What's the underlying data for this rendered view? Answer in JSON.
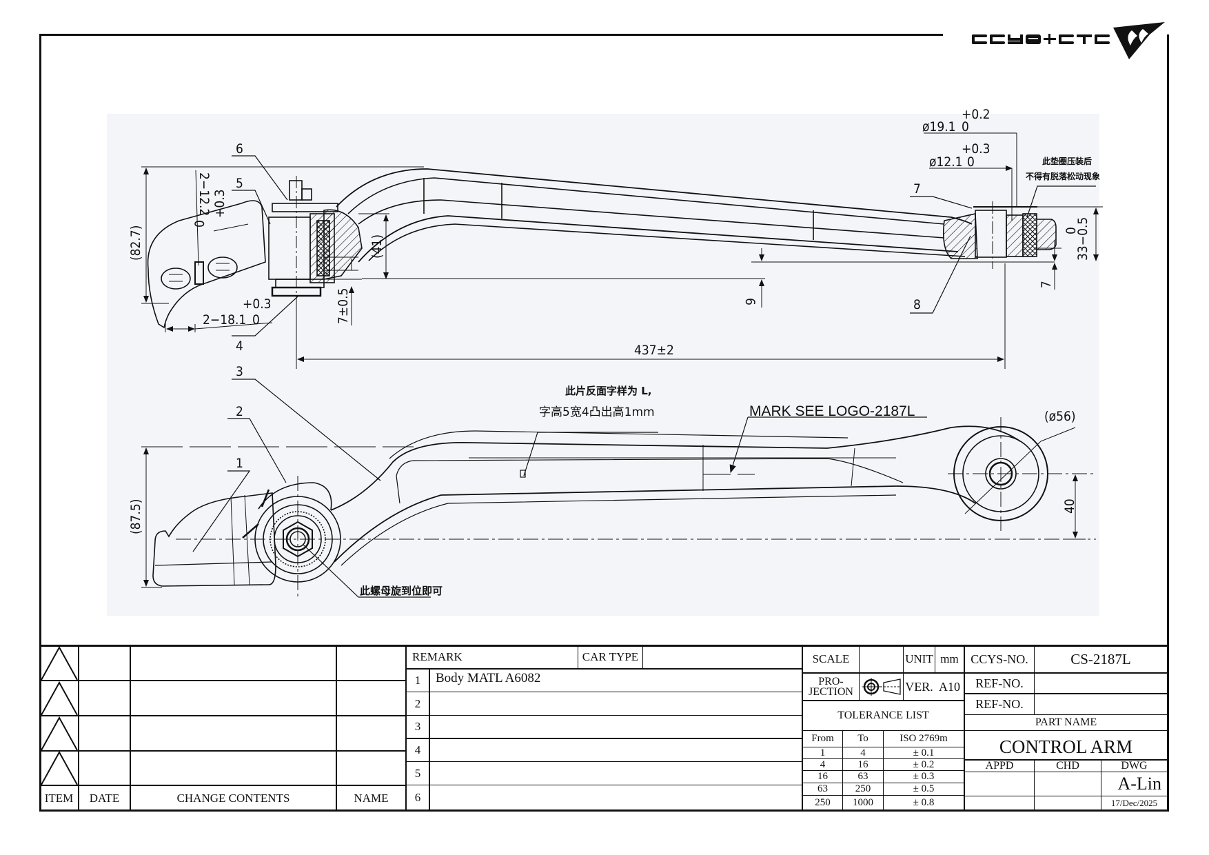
{
  "logo": {
    "text": "CCYS+CTC",
    "mark": "CC"
  },
  "drawing": {
    "top_view": {
      "balloons": [
        "6",
        "5",
        "4",
        "7",
        "8"
      ],
      "dims": {
        "overall_height": "(82.7)",
        "hole_12": "2−12.2",
        "hole_12_tol_upper": "+0.3",
        "hole_12_tol_lower": "0",
        "hole_18": "2−18.1",
        "hole_18_tol_upper": "+0.3",
        "hole_18_tol_lower": "0",
        "offset_41": "(41)",
        "offset_7": "7±0.5",
        "offset_6": "6",
        "length": "437±2",
        "dia_19": "ø19.1",
        "dia_19_tol_upper": "+0.2",
        "dia_19_tol_lower": "0",
        "dia_12": "ø12.1",
        "dia_12_tol_upper": "+0.3",
        "dia_12_tol_lower": "0",
        "bush_width": "33−0.5",
        "bush_width_tol": "0",
        "right_7": "7"
      },
      "washer_note_1": "此垫圈压装后",
      "washer_note_2": "不得有脱落松动现象"
    },
    "side_view": {
      "balloons": [
        "3",
        "2",
        "1"
      ],
      "dims": {
        "overall_height": "(87.5)",
        "eye_dia": "(ø56)",
        "eye_height": "40"
      },
      "emboss_note_1": "此片反面字样为 L,",
      "emboss_note_2": "字高5宽4凸出高1mm",
      "mark_note": "MARK SEE LOGO-2187L",
      "nut_note": "此螺母旋到位即可"
    }
  },
  "revisions": {
    "headers": {
      "item": "ITEM",
      "date": "DATE",
      "change": "CHANGE CONTENTS",
      "name": "NAME"
    },
    "rows": [
      {
        "item": "",
        "date": "",
        "change": "",
        "name": ""
      },
      {
        "item": "",
        "date": "",
        "change": "",
        "name": ""
      },
      {
        "item": "",
        "date": "",
        "change": "",
        "name": ""
      },
      {
        "item": "",
        "date": "",
        "change": "",
        "name": ""
      }
    ]
  },
  "remarks": {
    "label": "REMARK",
    "car_type_label": "CAR TYPE",
    "car_type_value": "",
    "rows": [
      {
        "no": "1",
        "text": "Body MATL A6082"
      },
      {
        "no": "2",
        "text": ""
      },
      {
        "no": "3",
        "text": ""
      },
      {
        "no": "4",
        "text": ""
      },
      {
        "no": "5",
        "text": ""
      },
      {
        "no": "6",
        "text": ""
      }
    ]
  },
  "specs": {
    "scale_label": "SCALE",
    "scale_value": "",
    "unit_label": "UNIT",
    "unit_value": "mm",
    "projection_label_1": "PRO-",
    "projection_label_2": "JECTION",
    "projection_icon": "first-angle-projection-icon",
    "ver_label": "VER.",
    "ver_value": "A10"
  },
  "tolerance": {
    "title": "TOLERANCE LIST",
    "headers": {
      "from": "From",
      "to": "To",
      "std": "ISO 2769m"
    },
    "rows": [
      {
        "from": "1",
        "to": "4",
        "tol": "± 0.1"
      },
      {
        "from": "4",
        "to": "16",
        "tol": "± 0.2"
      },
      {
        "from": "16",
        "to": "63",
        "tol": "± 0.3"
      },
      {
        "from": "63",
        "to": "250",
        "tol": "± 0.5"
      },
      {
        "from": "250",
        "to": "1000",
        "tol": "± 0.8"
      }
    ]
  },
  "part_info": {
    "ccys_label": "CCYS-NO.",
    "ccys_value": "CS-2187L",
    "ref1_label": "REF-NO.",
    "ref1_value": "",
    "ref2_label": "REF-NO.",
    "ref2_value": "",
    "part_name_label": "PART NAME",
    "part_name": "CONTROL ARM",
    "appd_label": "APPD",
    "chd_label": "CHD",
    "dwg_label": "DWG",
    "appd_value": "",
    "chd_value": "",
    "dwg_value": "A-Lin",
    "date": "17/Dec/2025"
  }
}
